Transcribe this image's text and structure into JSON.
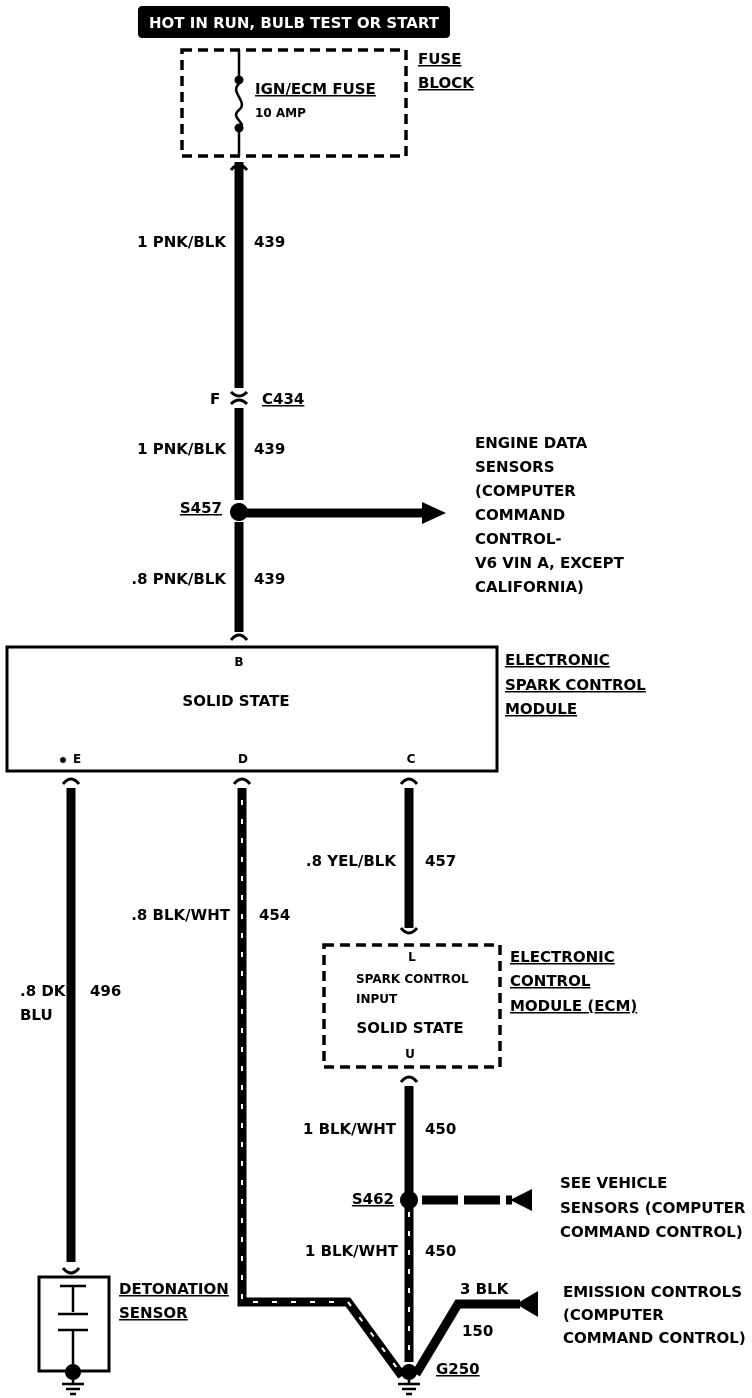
{
  "header": {
    "title": "HOT IN RUN, BULB TEST OR START"
  },
  "fuse_block": {
    "label_line1": "FUSE",
    "label_line2": "BLOCK",
    "fuse_name": "IGN/ECM FUSE",
    "fuse_rating": "10 AMP"
  },
  "wires": {
    "w1": {
      "gauge_color": "1 PNK/BLK",
      "circuit": "439"
    },
    "w2": {
      "gauge_color": "1 PNK/BLK",
      "circuit": "439"
    },
    "w3": {
      "gauge_color": ".8 PNK/BLK",
      "circuit": "439"
    },
    "w_yel": {
      "gauge_color": ".8 YEL/BLK",
      "circuit": "457"
    },
    "w_blkwht": {
      "gauge_color": ".8 BLK/WHT",
      "circuit": "454"
    },
    "w_dkblu": {
      "line1": ".8 DK",
      "line2": "BLU",
      "circuit": "496"
    },
    "w_450a": {
      "gauge_color": "1 BLK/WHT",
      "circuit": "450"
    },
    "w_450b": {
      "gauge_color": "1 BLK/WHT",
      "circuit": "450"
    },
    "w_150": {
      "gauge_color": "3 BLK",
      "circuit": "150"
    }
  },
  "connector": {
    "pin": "F",
    "name": "C434"
  },
  "splices": {
    "s457": "S457",
    "s462": "S462"
  },
  "ground": {
    "name": "G250"
  },
  "engine_data": {
    "lines": [
      "ENGINE DATA",
      "SENSORS",
      "(COMPUTER",
      "COMMAND",
      "CONTROL-",
      "V6 VIN A, EXCEPT",
      "CALIFORNIA)"
    ]
  },
  "escm": {
    "name_lines": [
      "ELECTRONIC",
      "SPARK CONTROL",
      "MODULE"
    ],
    "inner": "SOLID STATE",
    "pin_b": "B",
    "pin_e": "E",
    "pin_d": "D",
    "pin_c": "C"
  },
  "ecm": {
    "name_lines": [
      "ELECTRONIC",
      "CONTROL",
      "MODULE (ECM)"
    ],
    "input_line1": "SPARK CONTROL",
    "input_line2": "INPUT",
    "inner": "SOLID STATE",
    "pin_l": "L",
    "pin_u": "U"
  },
  "see_vehicle": {
    "lines": [
      "SEE VEHICLE",
      "SENSORS (COMPUTER",
      "COMMAND CONTROL)"
    ]
  },
  "emission": {
    "lines": [
      "EMISSION CONTROLS",
      "(COMPUTER",
      "COMMAND CONTROL)"
    ]
  },
  "detonation": {
    "line1": "DETONATION",
    "line2": "SENSOR"
  }
}
